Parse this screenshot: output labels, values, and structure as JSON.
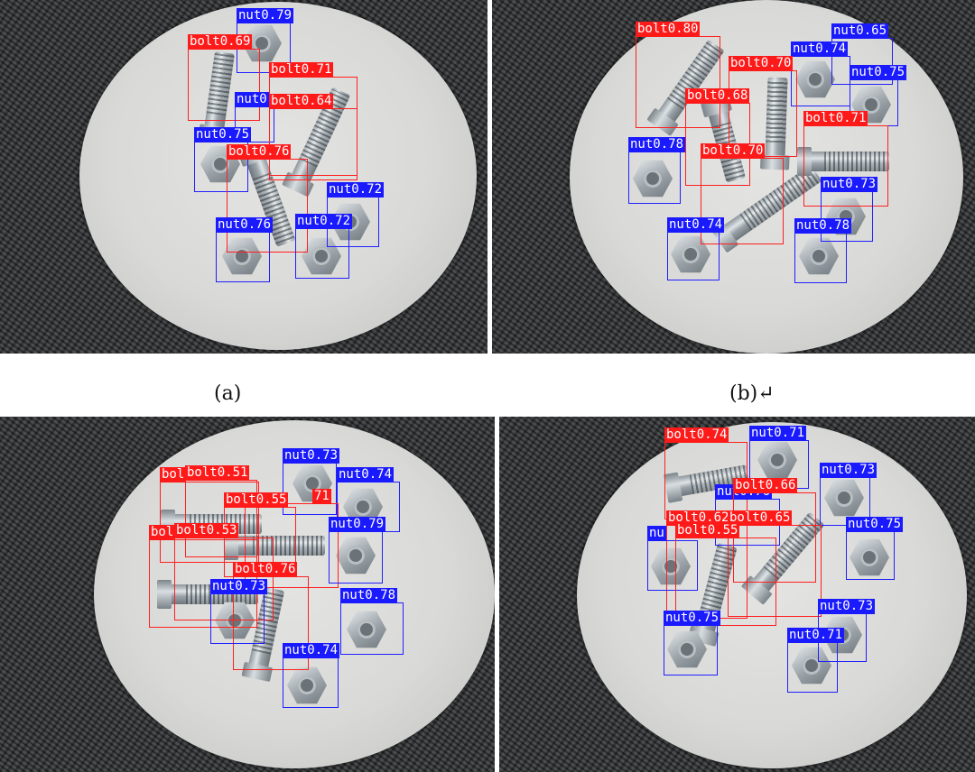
{
  "captions": {
    "a": "(a)",
    "b": "(b)↵"
  },
  "colors": {
    "bolt_box": "#ff2020",
    "nut_box": "#2020ff"
  },
  "panels": {
    "a": {
      "detections": [
        {
          "label": "nut0.79"
        },
        {
          "label": "bolt0.69"
        },
        {
          "label": "bolt0.71"
        },
        {
          "label": "nut0"
        },
        {
          "label": "bolt0.64"
        },
        {
          "label": "nut0.75"
        },
        {
          "label": "bolt0.76"
        },
        {
          "label": "nut0.72"
        },
        {
          "label": "nut0.76"
        },
        {
          "label": "nut0.72"
        }
      ]
    },
    "b": {
      "detections": [
        {
          "label": "bolt0.80"
        },
        {
          "label": "nut0.65"
        },
        {
          "label": "nut0.74"
        },
        {
          "label": "bolt0.70"
        },
        {
          "label": "nut0.75"
        },
        {
          "label": "bolt0.68"
        },
        {
          "label": "bolt0.71"
        },
        {
          "label": "nut0.78"
        },
        {
          "label": "bolt0.70"
        },
        {
          "label": "nut0.73"
        },
        {
          "label": "nut0.74"
        },
        {
          "label": "nut0.78"
        }
      ]
    },
    "c": {
      "detections": [
        {
          "label": "nut0.73"
        },
        {
          "label": "bol"
        },
        {
          "label": "bolt0.51"
        },
        {
          "label": "nut0.74"
        },
        {
          "label": "bolt0.55"
        },
        {
          "label": "71"
        },
        {
          "label": "nut0.79"
        },
        {
          "label": "bol"
        },
        {
          "label": "bolt0.53"
        },
        {
          "label": "bolt0.76"
        },
        {
          "label": "nut0.73"
        },
        {
          "label": "nut0.78"
        },
        {
          "label": "nut0.74"
        }
      ]
    },
    "d": {
      "detections": [
        {
          "label": "bolt0.74"
        },
        {
          "label": "nut0.71"
        },
        {
          "label": "nut0.73"
        },
        {
          "label": "nut0.76"
        },
        {
          "label": "bolt0.66"
        },
        {
          "label": "bolt0.62"
        },
        {
          "label": "bolt0.65"
        },
        {
          "label": "nu"
        },
        {
          "label": "bolt0.55"
        },
        {
          "label": "nut0.75"
        },
        {
          "label": "nut0.73"
        },
        {
          "label": "nut0.75"
        },
        {
          "label": "nut0.71"
        }
      ]
    }
  }
}
